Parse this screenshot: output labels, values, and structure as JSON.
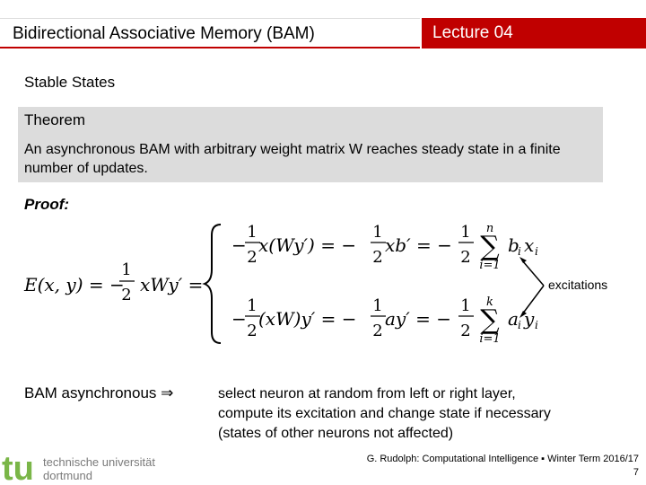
{
  "header": {
    "title": "Bidirectional Associative Memory (BAM)",
    "lecture": "Lecture 04",
    "accent_color": "#c00000"
  },
  "section_title": "Stable States",
  "theorem": {
    "title": "Theorem",
    "body": "An asynchronous BAM with arbitrary weight matrix W reaches steady state in a finite number of updates."
  },
  "proof_label": "Proof:",
  "math": {
    "energy_lhs": "E(x, y) = −",
    "energy_mid": "xWy′ =",
    "half_num": "1",
    "half_den": "2",
    "row1_a": "x(Wy′) = −",
    "row1_b": "xb′ = −",
    "row1_c": "b",
    "row1_c_sub": "i",
    "row1_d": "x",
    "row1_d_sub": "i",
    "row1_sum_top": "n",
    "row1_sum_bottom": "i=1",
    "row2_a": "(xW)y′ = −",
    "row2_b": "ay′ = −",
    "row2_c": "a",
    "row2_c_sub": "i",
    "row2_d": "y",
    "row2_d_sub": "i",
    "row2_sum_top": "k",
    "row2_sum_bottom": "i=1",
    "minus": "−",
    "sigma": "∑"
  },
  "excitations_label": "excitations",
  "bam": {
    "label": "BAM asynchronous ⇒",
    "desc_line1": "select neuron at random from left or right layer,",
    "desc_line2": "compute its excitation and change state if necessary",
    "desc_line3": "(states of other neurons not affected)"
  },
  "footer": {
    "credit": "G. Rudolph: Computational Intelligence ▪ Winter Term 2016/17",
    "page": "7"
  },
  "logo": {
    "mark": "tu",
    "line1": "technische universität",
    "line2": "dortmund"
  }
}
